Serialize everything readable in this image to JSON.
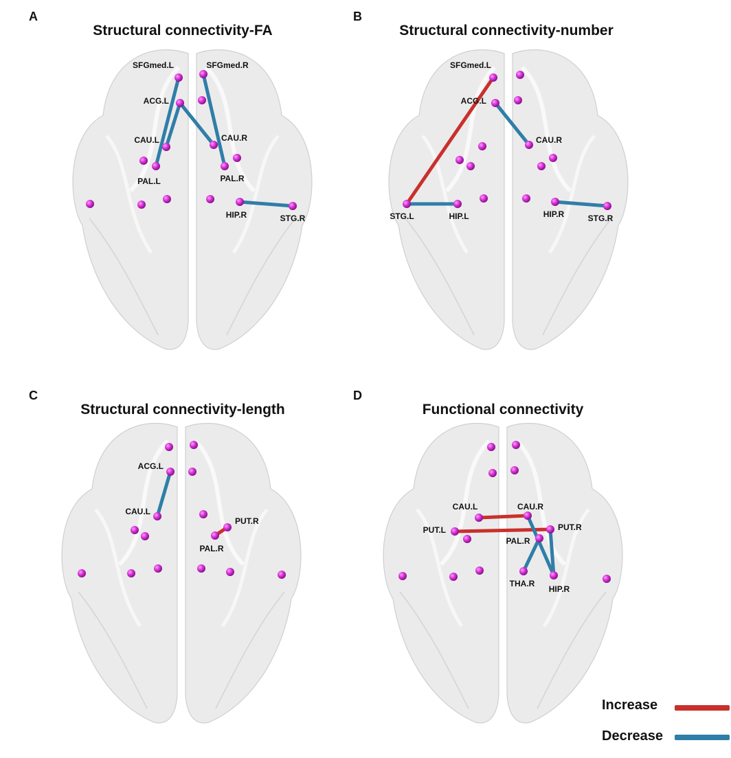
{
  "colors": {
    "increase": "#c9302c",
    "decrease": "#2f7ea8",
    "node": "#d32fd3",
    "brain": "#e4e4e4"
  },
  "panels": [
    {
      "letter": "A",
      "title": "Structural connectivity-FA",
      "labels": [
        "SFGmed.L",
        "SFGmed.R",
        "ACG.L",
        "CAU.L",
        "CAU.R",
        "PAL.L",
        "PAL.R",
        "HIP.R",
        "STG.R"
      ],
      "edges": [
        {
          "from": "SFGmed.L",
          "to": "PAL.L",
          "type": "decrease"
        },
        {
          "from": "ACG.L",
          "to": "CAU.L",
          "type": "decrease"
        },
        {
          "from": "ACG.L",
          "to": "CAU.R",
          "type": "decrease"
        },
        {
          "from": "SFGmed.R",
          "to": "PAL.R",
          "type": "decrease"
        },
        {
          "from": "HIP.R",
          "to": "STG.R",
          "type": "decrease"
        }
      ]
    },
    {
      "letter": "B",
      "title": "Structural connectivity-number",
      "labels": [
        "SFGmed.L",
        "ACG.L",
        "CAU.R",
        "STG.L",
        "HIP.L",
        "HIP.R",
        "STG.R"
      ],
      "edges": [
        {
          "from": "SFGmed.L",
          "to": "STG.L",
          "type": "increase"
        },
        {
          "from": "ACG.L",
          "to": "CAU.R",
          "type": "decrease"
        },
        {
          "from": "STG.L",
          "to": "HIP.L",
          "type": "decrease"
        },
        {
          "from": "HIP.R",
          "to": "STG.R",
          "type": "decrease"
        }
      ]
    },
    {
      "letter": "C",
      "title": "Structural connectivity-length",
      "labels": [
        "ACG.L",
        "CAU.L",
        "PUT.R",
        "PAL.R"
      ],
      "edges": [
        {
          "from": "ACG.L",
          "to": "CAU.L",
          "type": "decrease"
        },
        {
          "from": "PAL.R",
          "to": "PUT.R",
          "type": "increase"
        }
      ]
    },
    {
      "letter": "D",
      "title": "Functional connectivity",
      "labels": [
        "CAU.L",
        "CAU.R",
        "PUT.L",
        "PUT.R",
        "PAL.R",
        "THA.R",
        "HIP.R"
      ],
      "edges": [
        {
          "from": "CAU.L",
          "to": "CAU.R",
          "type": "increase"
        },
        {
          "from": "PUT.L",
          "to": "PUT.R",
          "type": "increase"
        },
        {
          "from": "CAU.R",
          "to": "HIP.R",
          "type": "decrease"
        },
        {
          "from": "PUT.R",
          "to": "HIP.R",
          "type": "decrease"
        },
        {
          "from": "PAL.R",
          "to": "THA.R",
          "type": "decrease"
        }
      ]
    }
  ],
  "legend": {
    "increase_label": "Increase",
    "decrease_label": "Decrease"
  }
}
